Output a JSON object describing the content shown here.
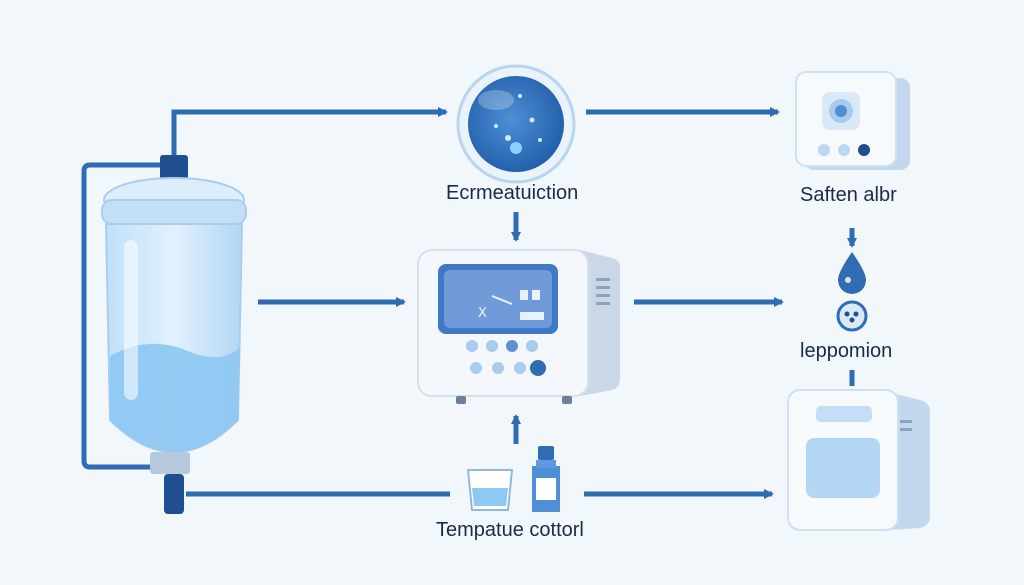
{
  "labels": {
    "fermentation": "Ecrmeatuiction",
    "soft_filter": "Saften albr",
    "leppomion": "leppomion",
    "temperature_control": "Tempatue cottorl"
  },
  "screen_symbol": "X",
  "colors": {
    "arrow": "#2f6cb3",
    "background": "#f2f7fb",
    "water": "#8fc8f2",
    "tank_glass": "#cfe6fb",
    "device_body": "#f4f7fb",
    "screen": "#6f9cd8",
    "label_text": "#1a2a4a"
  }
}
